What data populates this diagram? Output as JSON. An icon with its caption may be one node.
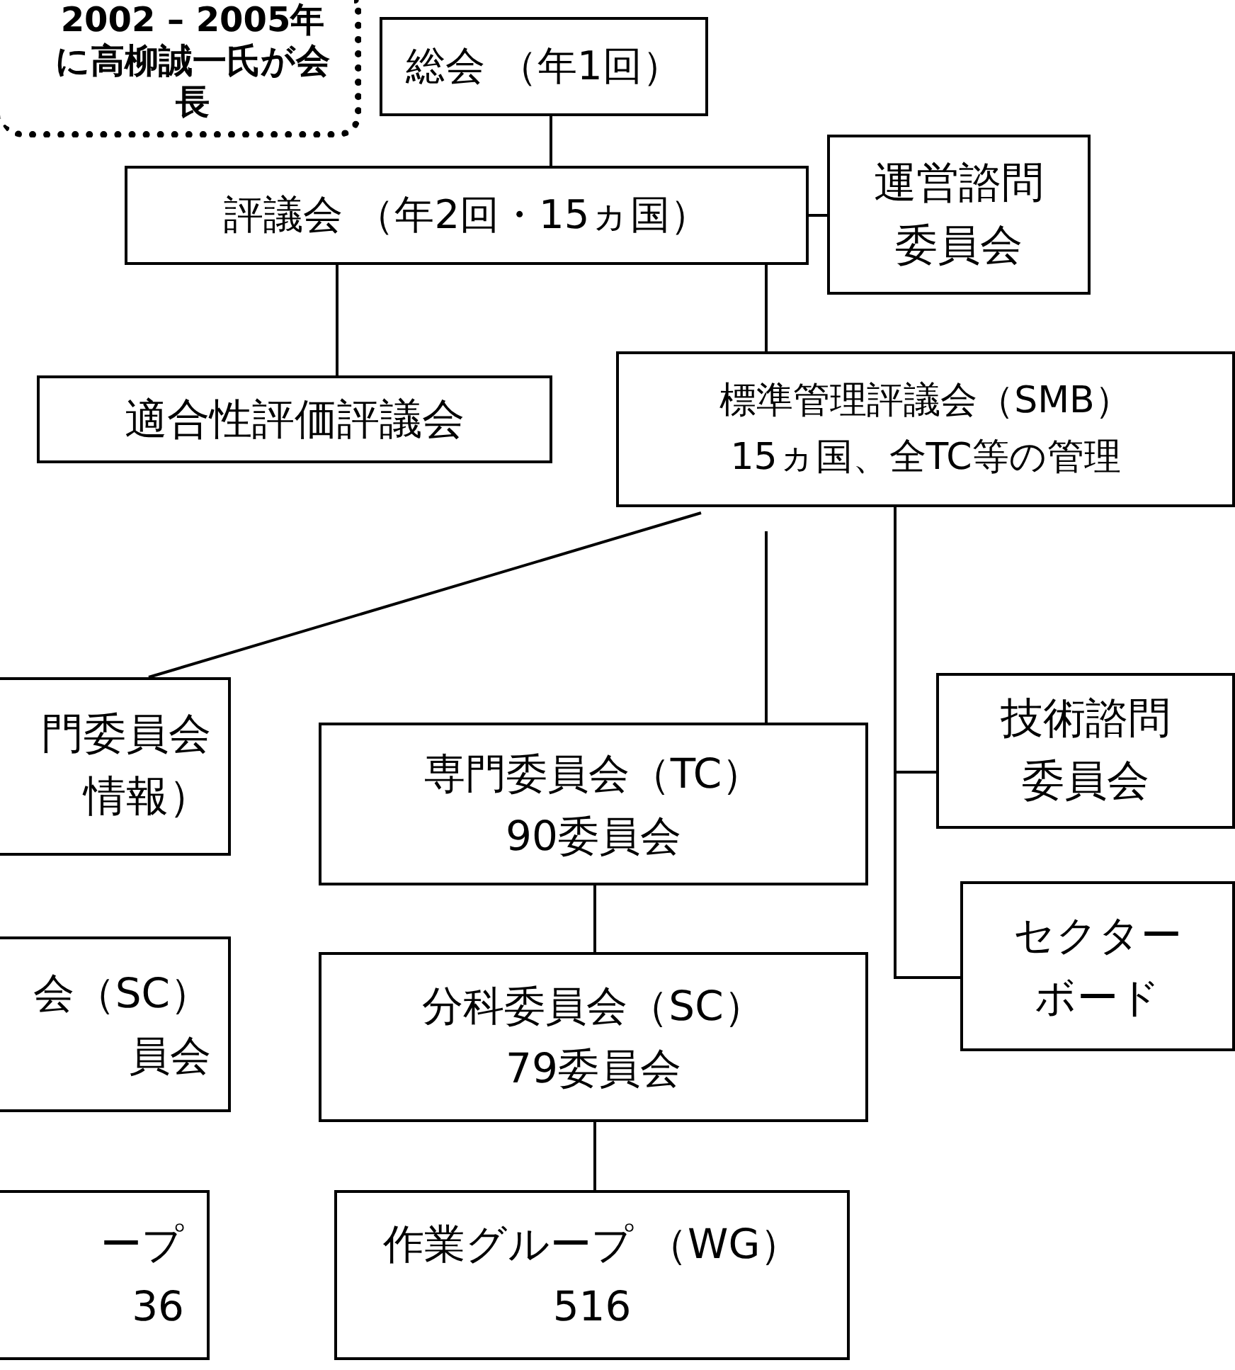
{
  "diagram": {
    "nodes": [
      {
        "text": [
          "2002 – 2005年に高柳誠一氏が会長"
        ]
      },
      {
        "text": [
          "総会 （年1回）"
        ]
      },
      {
        "text": [
          "評議会 （年2回・15ヵ国）"
        ]
      },
      {
        "text": [
          "運営諮問委員会"
        ]
      },
      {
        "text": [
          "適合性評価評議会"
        ]
      },
      {
        "text": [
          "標準管理評議会（SMB）",
          "15ヵ国、全TC等の管理"
        ]
      },
      {
        "text": [
          "門委員会",
          "情報）"
        ]
      },
      {
        "text": [
          "専門委員会（TC）",
          "90委員会"
        ]
      },
      {
        "text": [
          "技術諮問委員会"
        ]
      },
      {
        "text": [
          "会（SC）",
          "員会"
        ]
      },
      {
        "text": [
          "分科委員会（SC）",
          "79委員会"
        ]
      },
      {
        "text": [
          "セクターボード"
        ]
      },
      {
        "text": [
          "ープ",
          "36"
        ]
      },
      {
        "text": [
          "作業グループ （WG）",
          "516"
        ]
      }
    ],
    "edges": [
      {
        "from": 1,
        "to": 2,
        "arrow": "none"
      },
      {
        "from": 2,
        "to": 3,
        "arrow": "none"
      },
      {
        "from": 2,
        "to": 4,
        "arrow": "none"
      },
      {
        "from": 2,
        "to": 5,
        "arrow": "none"
      },
      {
        "from": 5,
        "to": 6,
        "arrow": "none"
      },
      {
        "from": 5,
        "to": 7,
        "arrow": "none"
      },
      {
        "from": 5,
        "to": 8,
        "arrow": "none"
      },
      {
        "from": 5,
        "to": 11,
        "arrow": "none"
      },
      {
        "from": 7,
        "to": 10,
        "arrow": "none"
      },
      {
        "from": 10,
        "to": 13,
        "arrow": "none"
      }
    ]
  }
}
